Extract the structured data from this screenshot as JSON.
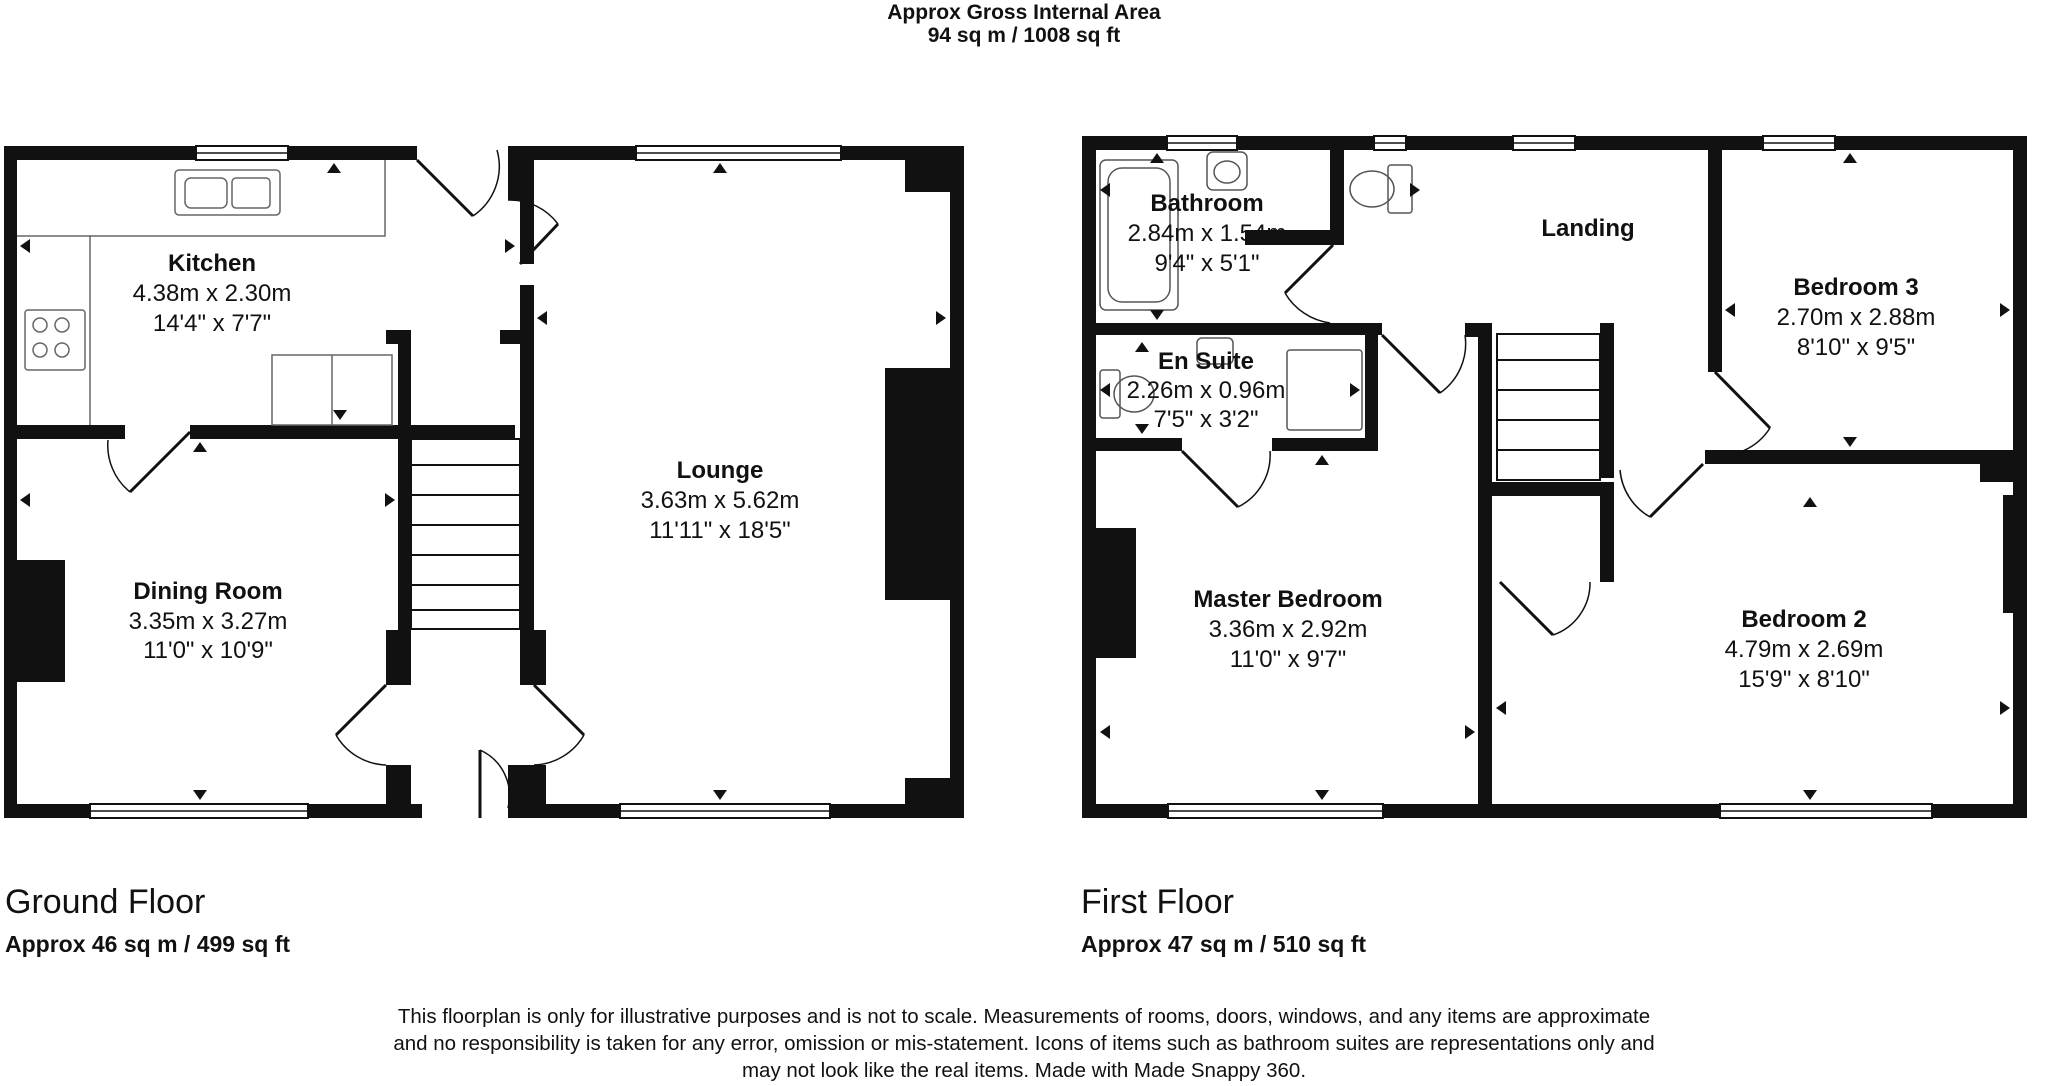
{
  "header": {
    "title": "Approx Gross Internal Area",
    "area": "94 sq m / 1008 sq ft"
  },
  "floors": {
    "ground": {
      "name": "Ground Floor",
      "area": "Approx 46 sq m / 499 sq ft"
    },
    "first": {
      "name": "First Floor",
      "area": "Approx 47 sq m / 510 sq ft"
    }
  },
  "rooms": {
    "kitchen": {
      "name": "Kitchen",
      "metric": "4.38m x 2.30m",
      "imperial": "14'4\" x 7'7\""
    },
    "dining": {
      "name": "Dining Room",
      "metric": "3.35m x 3.27m",
      "imperial": "11'0\" x 10'9\""
    },
    "lounge": {
      "name": "Lounge",
      "metric": "3.63m x 5.62m",
      "imperial": "11'11\" x 18'5\""
    },
    "bathroom": {
      "name": "Bathroom",
      "metric": "2.84m x 1.54m",
      "imperial": "9'4\" x 5'1\""
    },
    "landing": {
      "name": "Landing"
    },
    "bedroom3": {
      "name": "Bedroom 3",
      "metric": "2.70m x 2.88m",
      "imperial": "8'10\" x 9'5\""
    },
    "ensuite": {
      "name": "En Suite",
      "metric": "2.26m x 0.96m",
      "imperial": "7'5\" x 3'2\""
    },
    "master": {
      "name": "Master Bedroom",
      "metric": "3.36m x 2.92m",
      "imperial": "11'0\" x 9'7\""
    },
    "bedroom2": {
      "name": "Bedroom 2",
      "metric": "4.79m x 2.69m",
      "imperial": "15'9\" x 8'10\""
    }
  },
  "disclaimer": [
    "This floorplan is only for illustrative purposes and is not to scale. Measurements of rooms, doors, windows, and any items are approximate",
    "and no responsibility is taken for any error, omission or mis-statement. Icons of items such as bathroom suites are representations only and",
    "may not look like the real items. Made with Made Snappy 360."
  ],
  "colors": {
    "wall": "#111111",
    "line": "#111111",
    "background": "#ffffff",
    "fixture": "#555555"
  }
}
